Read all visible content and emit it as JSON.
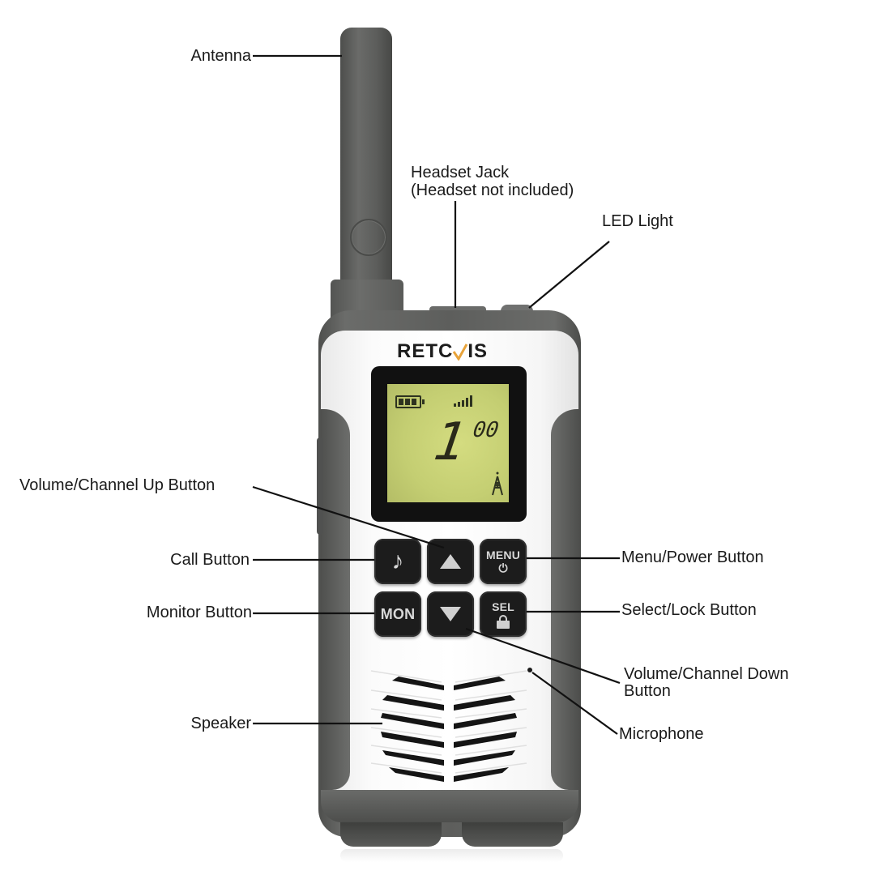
{
  "title": "Walkie-talkie parts diagram",
  "brand": {
    "name": "RETCVIS",
    "prefix": "RETC",
    "suffix": "IS",
    "accent_color": "#e8a33a"
  },
  "display": {
    "channel": "1",
    "sub_code": "00",
    "battery_icon": "battery-full-icon",
    "signal_icon": "signal-bars-icon",
    "tx_icon": "tower-icon",
    "backlight_color": "#c9d27a"
  },
  "keypad": {
    "call": {
      "icon": "music-note-icon"
    },
    "up": {
      "icon": "triangle-up-icon"
    },
    "menu": {
      "label": "MENU",
      "icon": "power-icon"
    },
    "monitor": {
      "label": "MON"
    },
    "down": {
      "icon": "triangle-down-icon"
    },
    "select": {
      "label": "SEL",
      "icon": "lock-icon"
    }
  },
  "callouts": {
    "antenna": "Antenna",
    "headset_jack_line1": "Headset Jack",
    "headset_jack_line2": "(Headset not included)",
    "led_light": "LED Light",
    "volume_up": "Volume/Channel Up Button",
    "call_button": "Call Button",
    "monitor_button": "Monitor Button",
    "speaker": "Speaker",
    "menu_power": "Menu/Power Button",
    "select_lock": "Select/Lock Button",
    "volume_down_line1": "Volume/Channel Down",
    "volume_down_line2": "Button",
    "microphone": "Microphone"
  },
  "colors": {
    "body_gray": "#5f605e",
    "face_white": "#f4f4f4",
    "key_black": "#1c1c1c"
  }
}
